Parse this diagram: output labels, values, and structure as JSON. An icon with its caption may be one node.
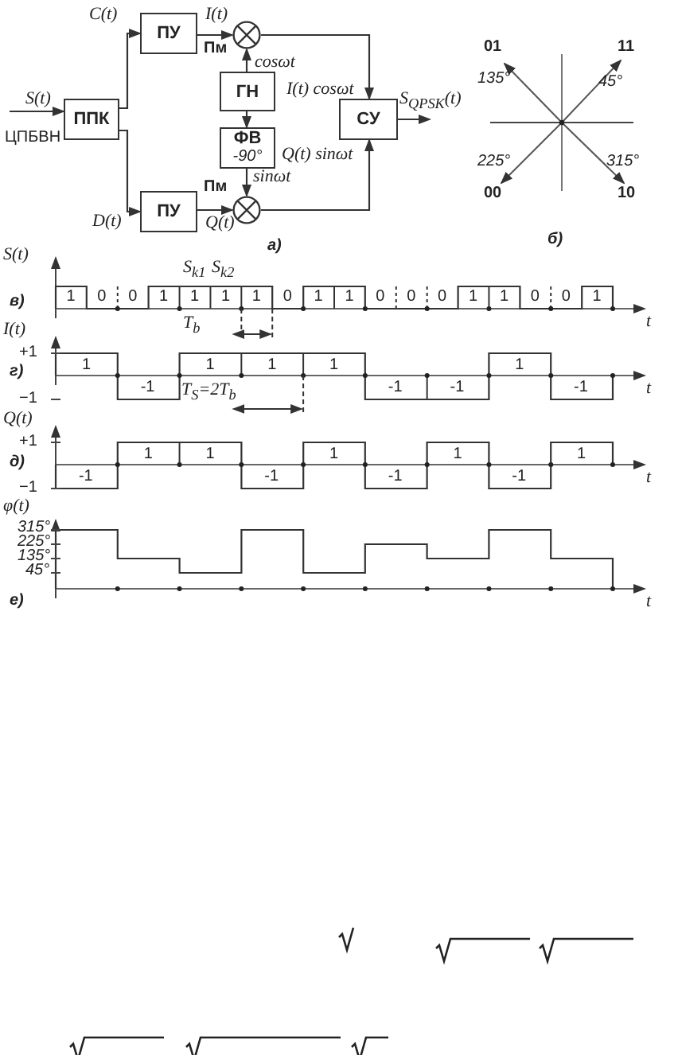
{
  "diagram": {
    "nodes": [
      {
        "text": [
          "ППК"
        ]
      },
      {
        "text": [
          "ПУ"
        ]
      },
      {
        "text": [
          "ПУ"
        ]
      },
      {
        "text": [],
        "shape": "circle",
        "beside": [
          "Пм"
        ]
      },
      {
        "text": [
          "ГН"
        ]
      },
      {
        "text": [
          "ФВ",
          "-90°"
        ]
      },
      {
        "text": [],
        "shape": "circle",
        "beside": [
          "Пм"
        ]
      },
      {
        "text": [
          "СУ"
        ]
      }
    ],
    "edges": [
      {
        "from": null,
        "to": 0,
        "arrow": "to",
        "label": "S(t)"
      },
      {
        "from": 0,
        "to": 1,
        "arrow": "to",
        "label": "C(t)"
      },
      {
        "from": 0,
        "to": 2,
        "arrow": "to",
        "label": "D(t)"
      },
      {
        "from": 1,
        "to": 3,
        "arrow": "to",
        "label": "I(t)"
      },
      {
        "from": 2,
        "to": 6,
        "arrow": "to",
        "label": "Q(t)"
      },
      {
        "from": 4,
        "to": 3,
        "arrow": "to",
        "label": "cosωt"
      },
      {
        "from": 4,
        "to": 5,
        "arrow": "to"
      },
      {
        "from": 5,
        "to": 6,
        "arrow": "to",
        "label": "sinωt"
      },
      {
        "from": 3,
        "to": 7,
        "arrow": "to",
        "label": "I(t) cosωt"
      },
      {
        "from": 6,
        "to": 7,
        "arrow": "to",
        "label": "Q(t) sinωt"
      },
      {
        "from": 7,
        "to": null,
        "arrow": "to",
        "label": "S$_{QPSK}$(t)"
      }
    ],
    "labels": [
      "ЦПБВН",
      "а)",
      "01",
      "11",
      "135°",
      "45°",
      "225°",
      "315°",
      "00",
      "10",
      "б)",
      "S(t)",
      "S$_{k1}$",
      "S$_{k2}$",
      "в)",
      "1",
      "0",
      "0",
      "1",
      "1",
      "1",
      "1",
      "0",
      "1",
      "1",
      "0",
      "0",
      "0",
      "1",
      "1",
      "0",
      "0",
      "1",
      "I(t)",
      "T$_{b}$",
      "t",
      "+1",
      "г)",
      "1",
      "-1",
      "1",
      "1",
      "1",
      "-1",
      "-1",
      "1",
      "-1",
      "t",
      "−1",
      "T$_{S}$=2T$_{b}$",
      "Q(t)",
      "+1",
      "д)",
      "-1",
      "1",
      "1",
      "-1",
      "1",
      "-1",
      "1",
      "-1",
      "1",
      "t",
      "−1",
      "φ(t)",
      "315°",
      "225°",
      "135°",
      "45°",
      "е)",
      "t"
    ]
  }
}
